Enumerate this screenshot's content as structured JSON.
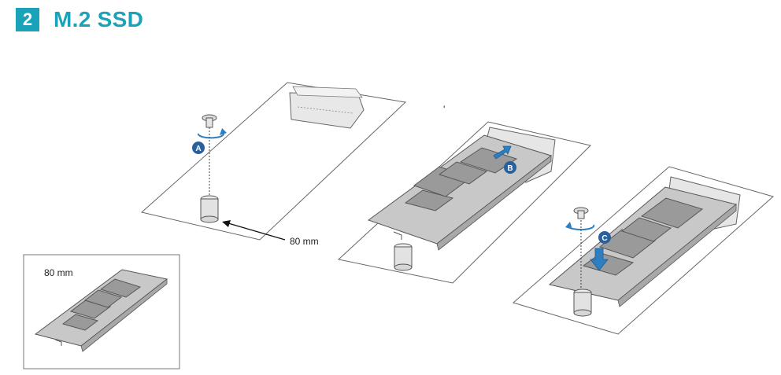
{
  "header": {
    "step_number": "2",
    "title": "M.2 SSD"
  },
  "labels": {
    "length_arrow": "80 mm",
    "inset_length": "80 mm"
  },
  "markers": {
    "a": "A",
    "b": "B",
    "c": "C"
  },
  "colors": {
    "accent": "#1aa3b8",
    "marker_blue": "#2a5f9e",
    "rotate_blue": "#2e7fc0",
    "chip_gray": "#9a9a9a",
    "board_gray": "#c8c8c8"
  }
}
